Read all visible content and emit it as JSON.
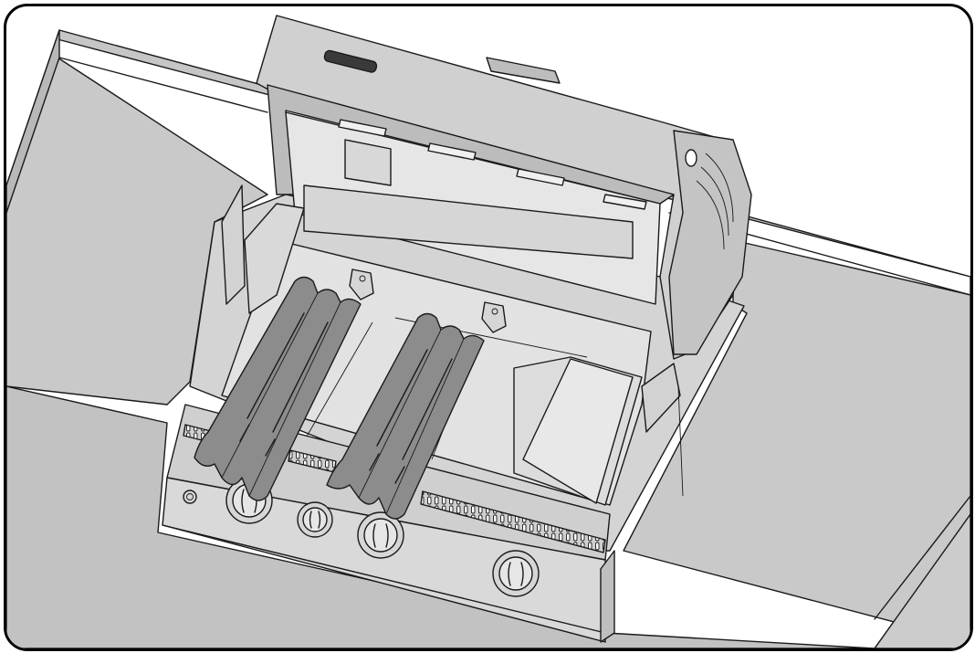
{
  "illustration": {
    "subject": "grill-burners-and-heat-tents",
    "colors": {
      "background": "#ffffff",
      "counter": "#c6c6c6",
      "counter_dark": "#b4b4b4",
      "steel": "#cfcfcf",
      "steel_dark": "#a9a9a9",
      "heat_tent": "#8c8c8c",
      "heat_tent_dark": "#6f6f6f",
      "outline": "#1a1a1a"
    },
    "knobs": [
      "main-knob-1",
      "rear-knob",
      "main-knob-2",
      "main-knob-3"
    ],
    "heat_tent_count": 2
  }
}
